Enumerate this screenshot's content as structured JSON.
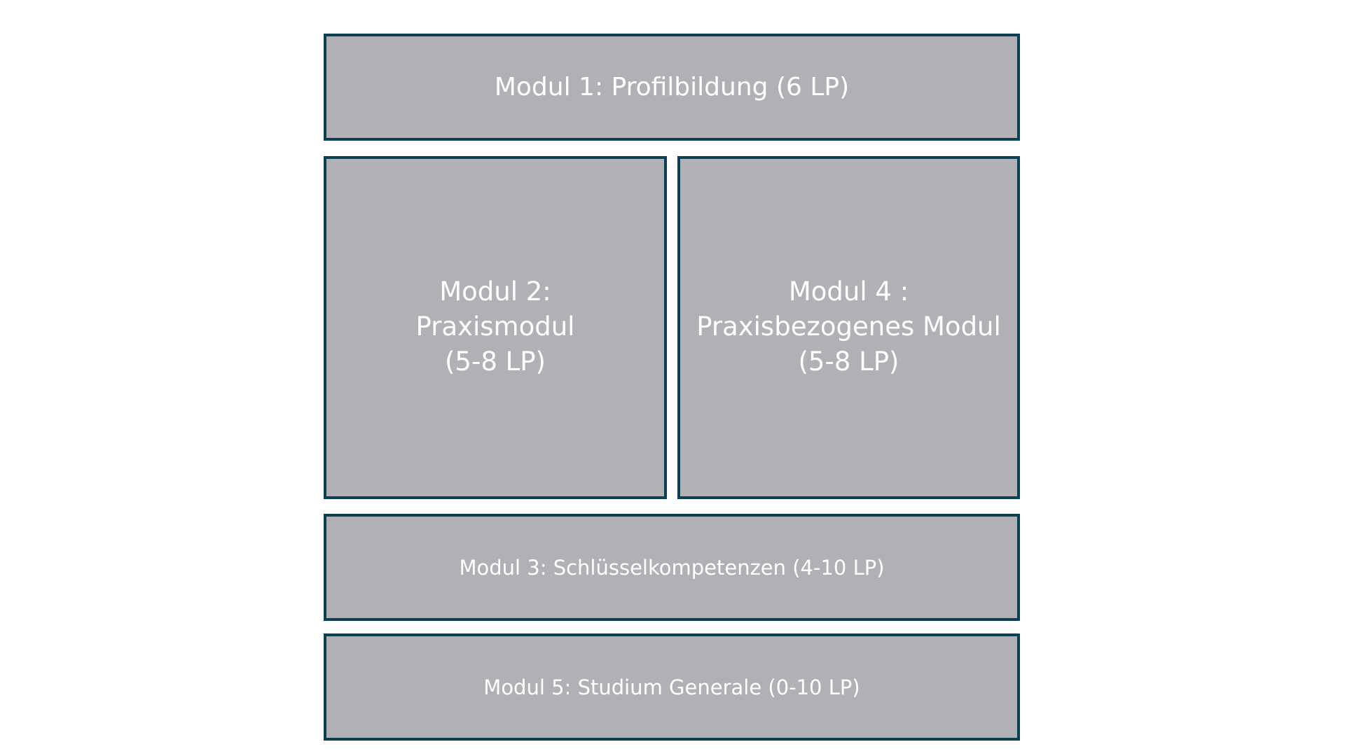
{
  "modules": {
    "m1": {
      "lines": [
        "Modul 1: Profilbildung (6 LP)"
      ]
    },
    "m2": {
      "lines": [
        "Modul 2:",
        "Praxismodul",
        "(5-8 LP)"
      ]
    },
    "m4": {
      "lines": [
        "Modul 4 :",
        "Praxisbezogenes Modul",
        "(5-8 LP)"
      ]
    },
    "m3": {
      "lines": [
        "Modul 3: Schlüsselkompetenzen (4-10 LP)"
      ]
    },
    "m5": {
      "lines": [
        "Modul 5: Studium Generale (0-10 LP)"
      ]
    }
  },
  "colors": {
    "box_fill": "#b1b0b4",
    "box_border": "#0d3f52",
    "text": "#ffffff",
    "background": "#ffffff"
  }
}
